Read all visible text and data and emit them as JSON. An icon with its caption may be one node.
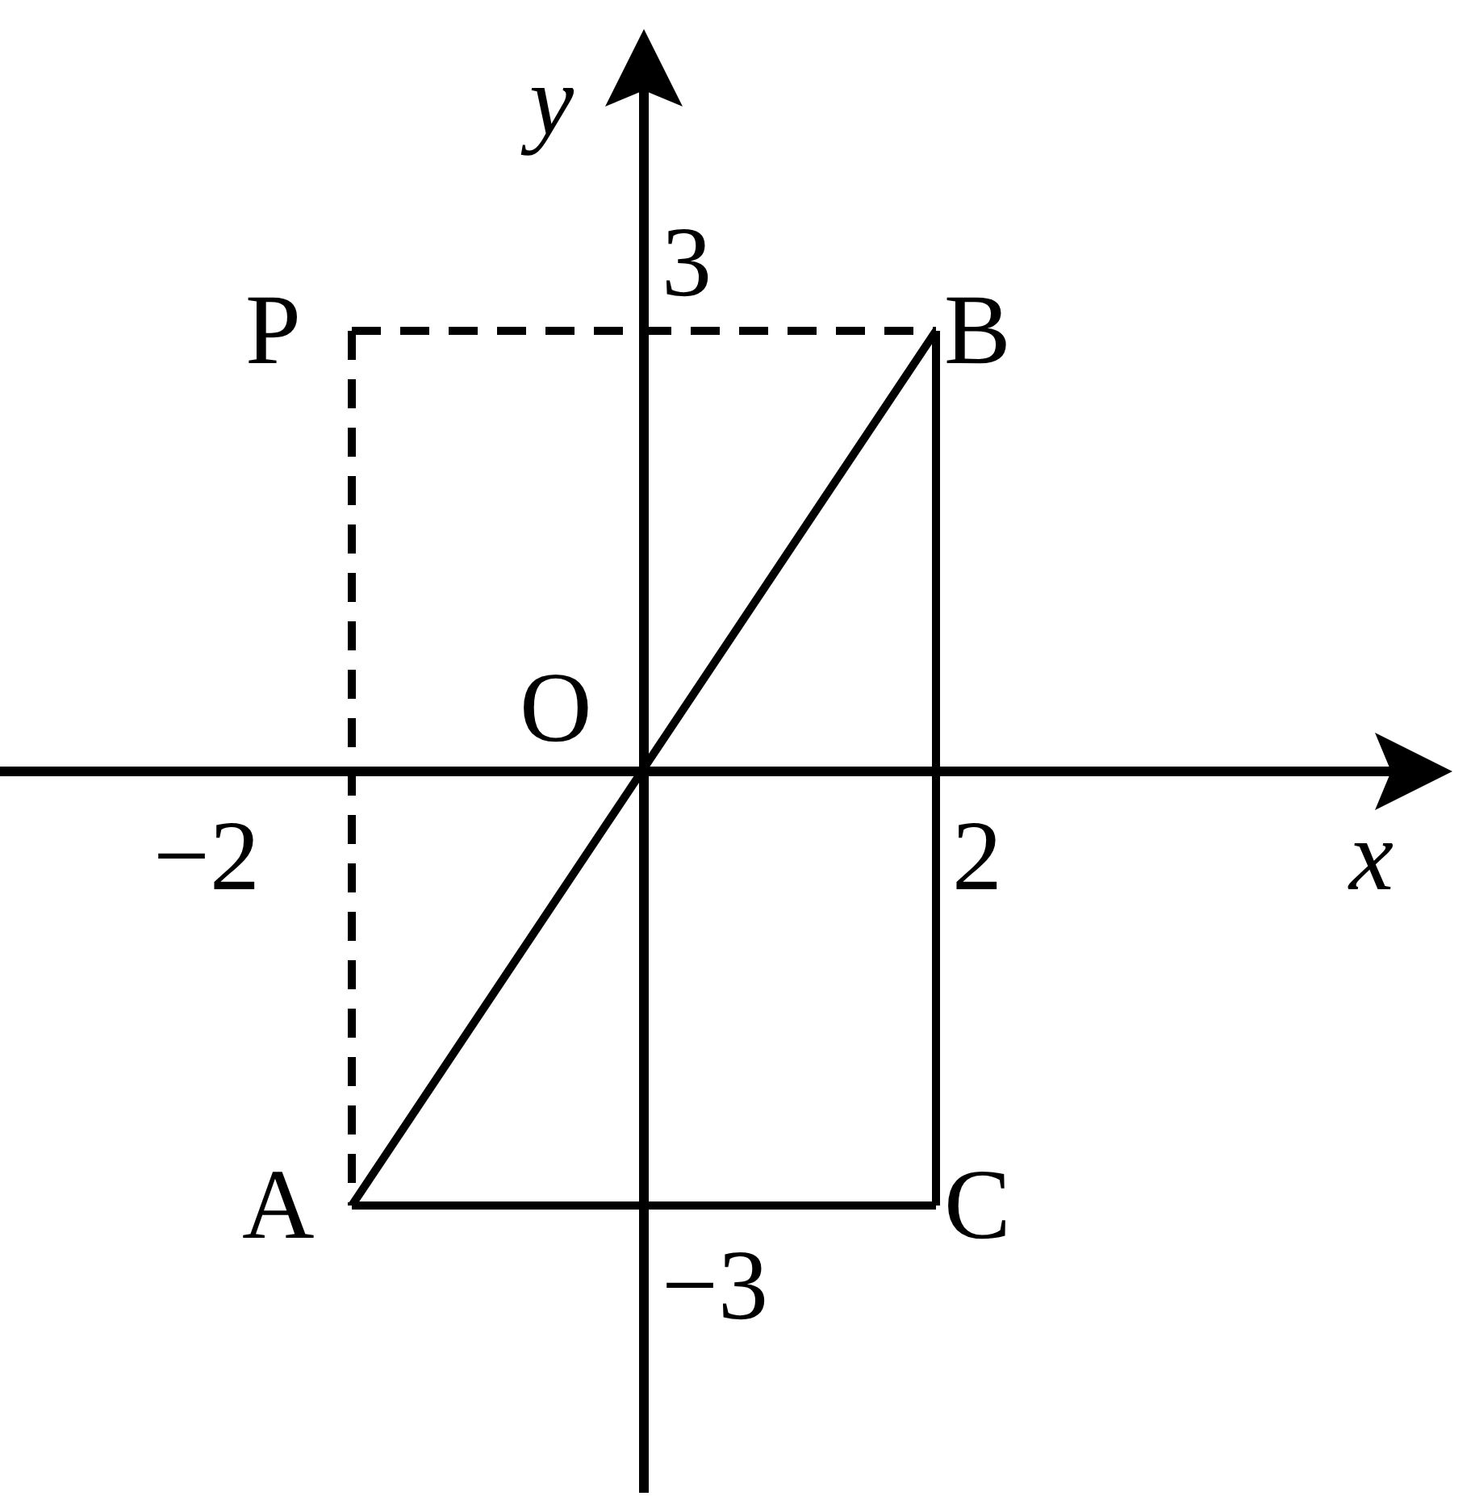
{
  "diagram": {
    "nodes": [
      {
        "text": [
          "P"
        ]
      },
      {
        "text": [
          "B"
        ]
      },
      {
        "text": [
          "O"
        ]
      },
      {
        "text": [
          "A"
        ]
      },
      {
        "text": [
          "C"
        ]
      }
    ],
    "edges": [
      {
        "from": 0,
        "to": 1,
        "arrow": "none",
        "style": "dashed"
      },
      {
        "from": 0,
        "to": 3,
        "arrow": "none",
        "style": "dashed"
      },
      {
        "from": 3,
        "to": 1,
        "arrow": "none"
      },
      {
        "from": 1,
        "to": 4,
        "arrow": "none"
      },
      {
        "from": 3,
        "to": 4,
        "arrow": "none"
      }
    ],
    "labels": [
      "y",
      "3",
      "−2",
      "2",
      "x",
      "−3"
    ]
  }
}
